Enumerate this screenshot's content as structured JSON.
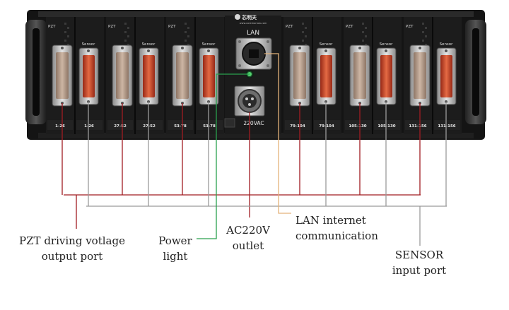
{
  "brand": {
    "name": "芯明天",
    "website": "www.coremorrow.com"
  },
  "chassis": {
    "lan_label": "LAN",
    "ac_label": "220VAC",
    "modules": [
      {
        "pzt_badge": "PZT",
        "pzt_range": "1-26",
        "sensor_badge": "Sensor",
        "sensor_range": "1-26"
      },
      {
        "pzt_badge": "PZT",
        "pzt_range": "27-52",
        "sensor_badge": "Sensor",
        "sensor_range": "27-52"
      },
      {
        "pzt_badge": "PZT",
        "pzt_range": "53-78",
        "sensor_badge": "Sensor",
        "sensor_range": "53-78"
      },
      {
        "pzt_badge": "PZT",
        "pzt_range": "79-104",
        "sensor_badge": "Sensor",
        "sensor_range": "79-104"
      },
      {
        "pzt_badge": "PZT",
        "pzt_range": "105-130",
        "sensor_badge": "Sensor",
        "sensor_range": "105-130"
      },
      {
        "pzt_badge": "PZT",
        "pzt_range": "131-156",
        "sensor_badge": "Sensor",
        "sensor_range": "131-156"
      }
    ]
  },
  "callouts": {
    "pzt": {
      "line1": "PZT driving votlage",
      "line2": "output port"
    },
    "power": {
      "line1": "Power",
      "line2": "light"
    },
    "ac": {
      "line1": "AC220V",
      "line2": "outlet"
    },
    "lan": {
      "line1": "LAN internet",
      "line2": "communication"
    },
    "sensor": {
      "line1": "SENSOR",
      "line2": "input port"
    }
  },
  "colors": {
    "pzt_line": "#a01c22",
    "sensor_line": "#9a9a9a",
    "power_line": "#2aa14e",
    "lan_line": "#e3b27a",
    "chassis_body": "#141414",
    "pzt_connector_pins": "#b79a86",
    "sensor_connector_pins": "#c9452c"
  }
}
